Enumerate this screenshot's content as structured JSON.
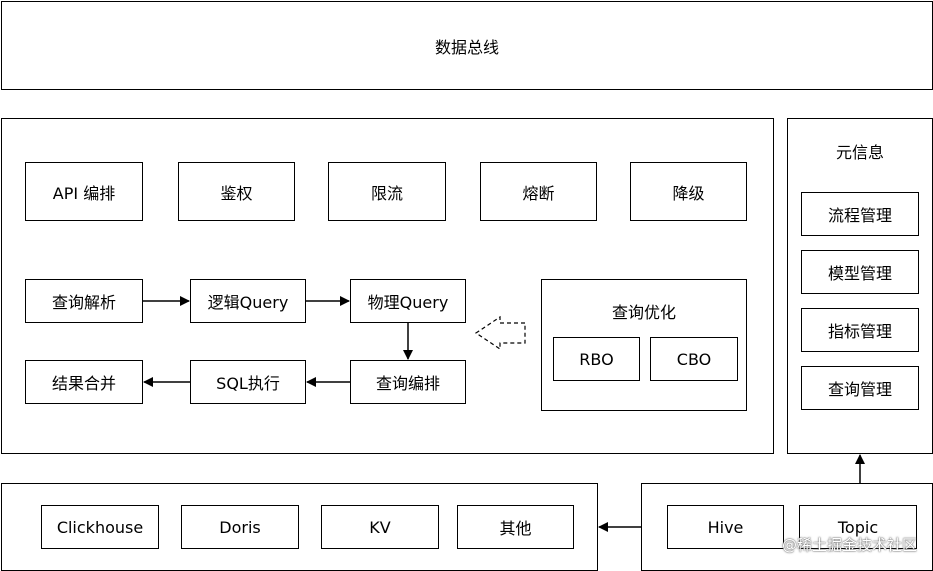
{
  "data_bus": "数据总线",
  "gateway": {
    "top_row": [
      "API 编排",
      "鉴权",
      "限流",
      "熔断",
      "降级"
    ],
    "pipeline": {
      "query_parse": "查询解析",
      "logical_query": "逻辑Query",
      "physical_query": "物理Query",
      "query_orchestration": "查询编排",
      "sql_exec": "SQL执行",
      "result_merge": "结果合并"
    },
    "optimizer": {
      "title": "查询优化",
      "items": [
        "RBO",
        "CBO"
      ]
    }
  },
  "metadata": {
    "title": "元信息",
    "items": [
      "流程管理",
      "模型管理",
      "指标管理",
      "查询管理"
    ]
  },
  "storage": [
    "Clickhouse",
    "Doris",
    "KV",
    "其他"
  ],
  "sources": [
    "Hive",
    "Topic"
  ],
  "watermark": "@稀土掘金技术社区"
}
